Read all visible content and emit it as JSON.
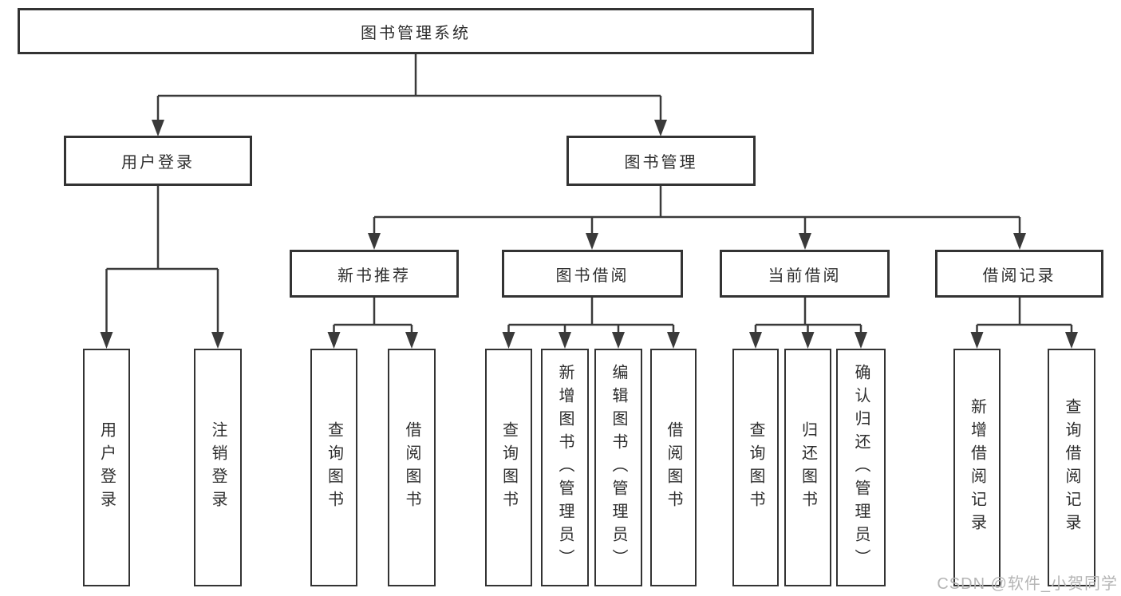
{
  "title": "图书管理系统",
  "colors": {
    "line": "#3a3a3a",
    "border": "#333333",
    "text": "#2e2e2e",
    "background": "#ffffff",
    "watermark": "#b5b5b5"
  },
  "tree": {
    "root": {
      "label": "图书管理系统"
    },
    "branches": [
      {
        "label": "用户登录",
        "children": [
          {
            "label": "用户登录"
          },
          {
            "label": "注销登录"
          }
        ]
      },
      {
        "label": "图书管理",
        "children": [
          {
            "label": "新书推荐",
            "children": [
              {
                "label": "查询图书"
              },
              {
                "label": "借阅图书"
              }
            ]
          },
          {
            "label": "图书借阅",
            "children": [
              {
                "label": "查询图书"
              },
              {
                "label": "新增图书（管理员）"
              },
              {
                "label": "编辑图书（管理员）"
              },
              {
                "label": "借阅图书"
              }
            ]
          },
          {
            "label": "当前借阅",
            "children": [
              {
                "label": "查询图书"
              },
              {
                "label": "归还图书"
              },
              {
                "label": "确认归还（管理员）"
              }
            ]
          },
          {
            "label": "借阅记录",
            "children": [
              {
                "label": "新增借阅记录"
              },
              {
                "label": "查询借阅记录"
              }
            ]
          }
        ]
      }
    ]
  },
  "watermark": "CSDN @软件_小贺同学"
}
